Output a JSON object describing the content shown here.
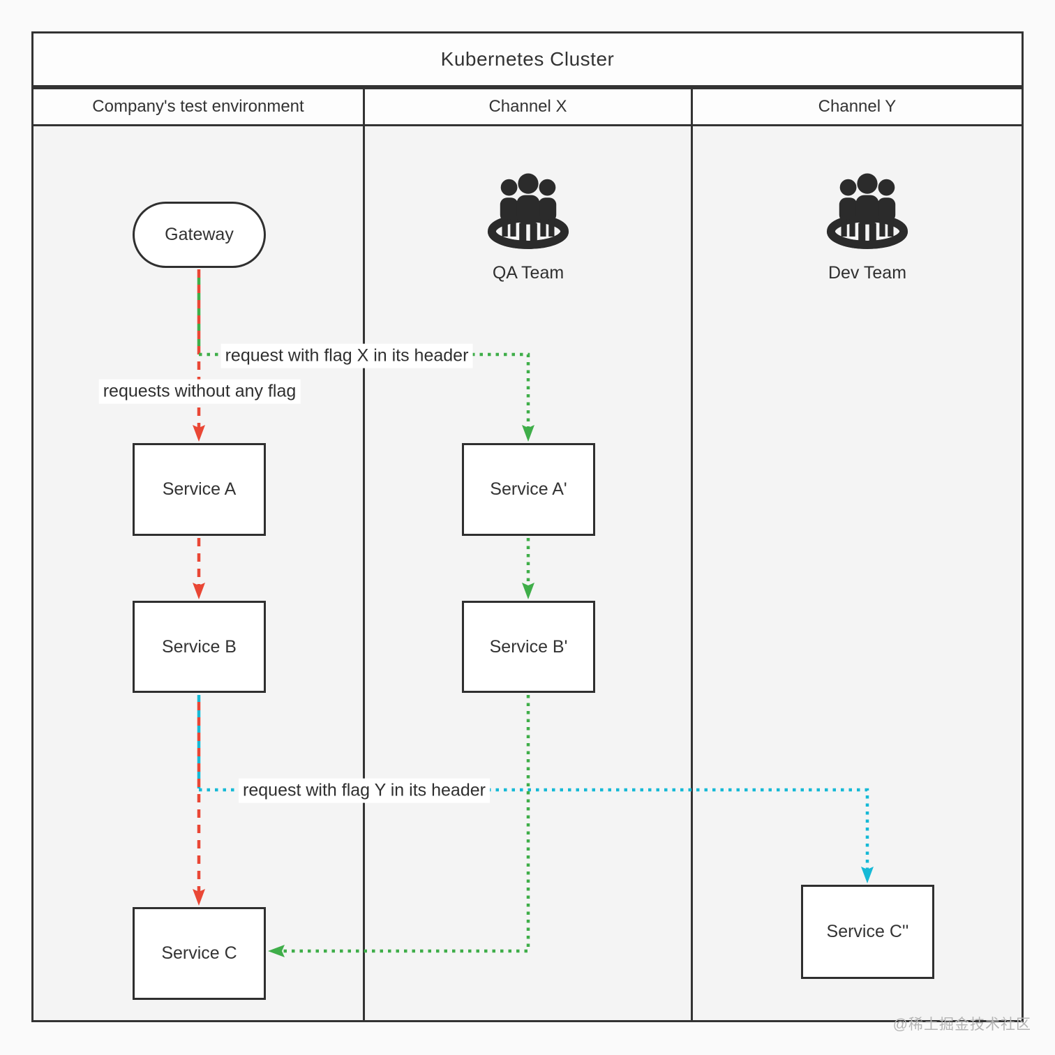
{
  "diagram": {
    "title": "Kubernetes Cluster",
    "lanes": [
      {
        "label": "Company's test environment"
      },
      {
        "label": "Channel X"
      },
      {
        "label": "Channel Y"
      }
    ],
    "nodes": {
      "gateway": "Gateway",
      "service_a": "Service A",
      "service_b": "Service B",
      "service_c": "Service C",
      "service_a_prime": "Service A'",
      "service_b_prime": "Service B'",
      "service_c_doubleprime": "Service C''"
    },
    "teams": {
      "qa": "QA Team",
      "dev": "Dev Team"
    },
    "edge_labels": {
      "no_flag": "requests without any flag",
      "flag_x": "request with flag X in its header",
      "flag_y": "request with flag Y in its header"
    },
    "colors": {
      "red": "#e94735",
      "green": "#3fae49",
      "cyan": "#16b9d6",
      "icon": "#2b2b2b"
    },
    "watermark": "@稀土掘金技术社区"
  }
}
